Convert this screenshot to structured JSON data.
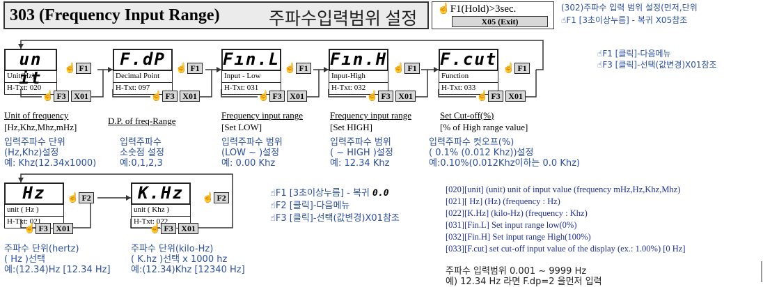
{
  "title": {
    "main": "303 (Frequency Input Range)",
    "korean": "주파수입력범위 설정",
    "hold": "F1(Hold)>3sec.",
    "exit": "X05 (Exit)"
  },
  "notes": {
    "note302": "(302)주파수 입력 범위 설정(먼저,단위",
    "f1hold": "F1 [3초이상누름] - 복귀 X05참조",
    "f1next": "F1 [클릭]-다음메뉴",
    "f3select": "F3 [클릭]-선택(값변경)X01참조"
  },
  "keys": {
    "f1": "F1",
    "f2": "F2",
    "f3": "F3",
    "x01": "X01"
  },
  "blocks": [
    {
      "display": "un it",
      "label": "Unit(Hz)",
      "htxt": "H-Txt: 020",
      "heading": "Unit of frequency",
      "sub": "[Hz,Khz,Mhz,mHz]",
      "k1": "입력주파수 단위",
      "k2": "(Hz,Khz)설정",
      "k3": "예: Khz(12.34x1000)"
    },
    {
      "display": "F.dP",
      "label": "Decimal Point",
      "htxt": "H-Txt: 097",
      "heading": "D.P. of freq-Range",
      "sub": "",
      "k1": "입력주파수",
      "k2": "소숫점 설정",
      "k3": "예:0,1,2,3"
    },
    {
      "display": "Fın.L",
      "label": "Input - Low",
      "htxt": "H-Txt: 031",
      "heading": "Frequency input range",
      "sub": "[Set LOW]",
      "k1": "입력주파수 범위",
      "k2": "(LOW ~ )설정",
      "k3": "예: 0.00 Khz"
    },
    {
      "display": "Fın.H",
      "label": "Input-High",
      "htxt": "H-Txt: 032",
      "heading": "Frequency input range",
      "sub": "[Set HIGH]",
      "k1": "입력주파수 범위",
      "k2": "( ~ HIGH )설정",
      "k3": "예: 12.34 Khz"
    },
    {
      "display": "F.cut",
      "label": "Function",
      "htxt": "H-Txt: 033",
      "heading": "Set Cut-off(%)",
      "sub": "[% of High range value]",
      "k1": "입력주파수 컷오프(%)",
      "k2": "( 0.1% (0.012 Khz))설정",
      "k3": "예:0.10%(0.012Khz이하는 0.0 Khz)"
    }
  ],
  "sub_blocks": [
    {
      "display": "Hz",
      "label": "unit ( Hz )",
      "htxt": "H-Txt: 021",
      "k1": "주파수 단위(hertz)",
      "k2": "( Hz )선택",
      "k3": "예:(12.34)Hz [12.34 Hz]"
    },
    {
      "display": "K.Hz",
      "label": "unit ( Khz )",
      "htxt": "H-Txt: 022",
      "k1": "주파수 단위(kilo-Hz)",
      "k2": "( K.hz )선택 x 1000 hz",
      "k3": "예:(12.34)Khz [12340 Hz]"
    }
  ],
  "mid_notes": {
    "f1hold": "F1 [3초이상누름] - 복귀",
    "f1hold_disp": "0.0",
    "f2next": "F2 [클릭]-다음메뉴",
    "f3select": "F3 [클릭]-선택(값변경)X01참조"
  },
  "htxt_list": [
    "[020][unit] (unit) unit of input value (frequency mHz,Hz,Khz,Mhz)",
    "[021][ Hz] (Hz) (frequency : Hz)",
    "[022][K.Hz] (kilo-Hz) (frequency : Khz)",
    "[031][Fin.L] Set input range low(0%)",
    "[032][Fin.H] Set input range High(100%)",
    "[033][F.cut] set cut-off input value of the display (ex.: 1.00%) [0 Hz]"
  ],
  "footer": {
    "range": "주파수 입력범위 0.001 ~ 9999 Hz",
    "example": "예) 12.34 Hz 라면 F.dp=2 을먼저 입력"
  }
}
